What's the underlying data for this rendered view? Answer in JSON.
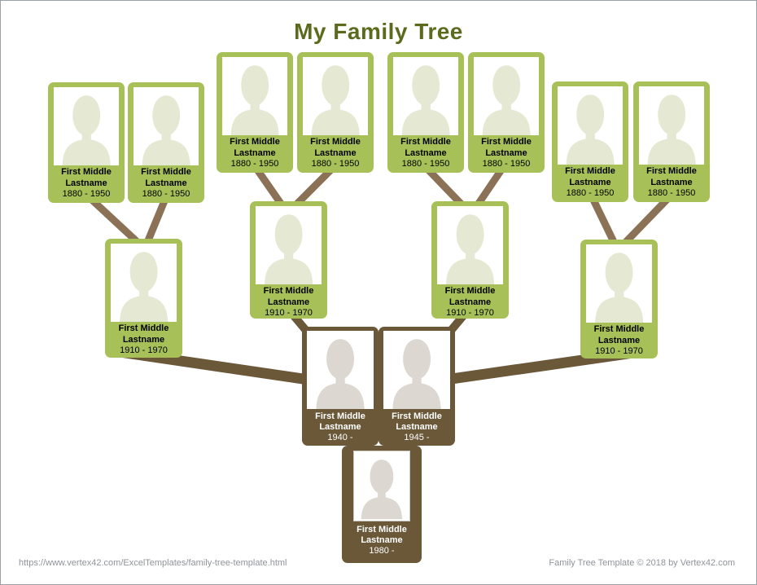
{
  "page": {
    "title": "My Family Tree"
  },
  "footer": {
    "source_url": "https://www.vertex42.com/ExcelTemplates/family-tree-template.html",
    "credit": "Family Tree Template © 2018 by Vertex42.com"
  },
  "colors": {
    "card_green": "#a7c158",
    "card_brown": "#6a5839",
    "connector_light": "#8b7256",
    "connector_dark": "#6b5839",
    "silhouette_on_green": "#e5e8d2",
    "silhouette_on_brown": "#dcd7d0",
    "title_text": "#5c6a1e",
    "footer_text": "#8f949a"
  },
  "tree": {
    "great_grandparents": [
      {
        "first": "First Middle",
        "last": "Lastname",
        "dates": "1880 - 1950"
      },
      {
        "first": "First Middle",
        "last": "Lastname",
        "dates": "1880 - 1950"
      },
      {
        "first": "First Middle",
        "last": "Lastname",
        "dates": "1880 - 1950"
      },
      {
        "first": "First Middle",
        "last": "Lastname",
        "dates": "1880 - 1950"
      },
      {
        "first": "First Middle",
        "last": "Lastname",
        "dates": "1880 - 1950"
      },
      {
        "first": "First Middle",
        "last": "Lastname",
        "dates": "1880 - 1950"
      },
      {
        "first": "First Middle",
        "last": "Lastname",
        "dates": "1880 - 1950"
      },
      {
        "first": "First Middle",
        "last": "Lastname",
        "dates": "1880 - 1950"
      }
    ],
    "grandparents": [
      {
        "first": "First Middle",
        "last": "Lastname",
        "dates": "1910 - 1970"
      },
      {
        "first": "First Middle",
        "last": "Lastname",
        "dates": "1910 - 1970"
      },
      {
        "first": "First Middle",
        "last": "Lastname",
        "dates": "1910 - 1970"
      },
      {
        "first": "First Middle",
        "last": "Lastname",
        "dates": "1910 - 1970"
      }
    ],
    "parents": [
      {
        "first": "First Middle",
        "last": "Lastname",
        "dates": "1940 -"
      },
      {
        "first": "First Middle",
        "last": "Lastname",
        "dates": "1945 -"
      }
    ],
    "child": {
      "first": "First Middle",
      "last": "Lastname",
      "dates": "1980 -"
    }
  }
}
